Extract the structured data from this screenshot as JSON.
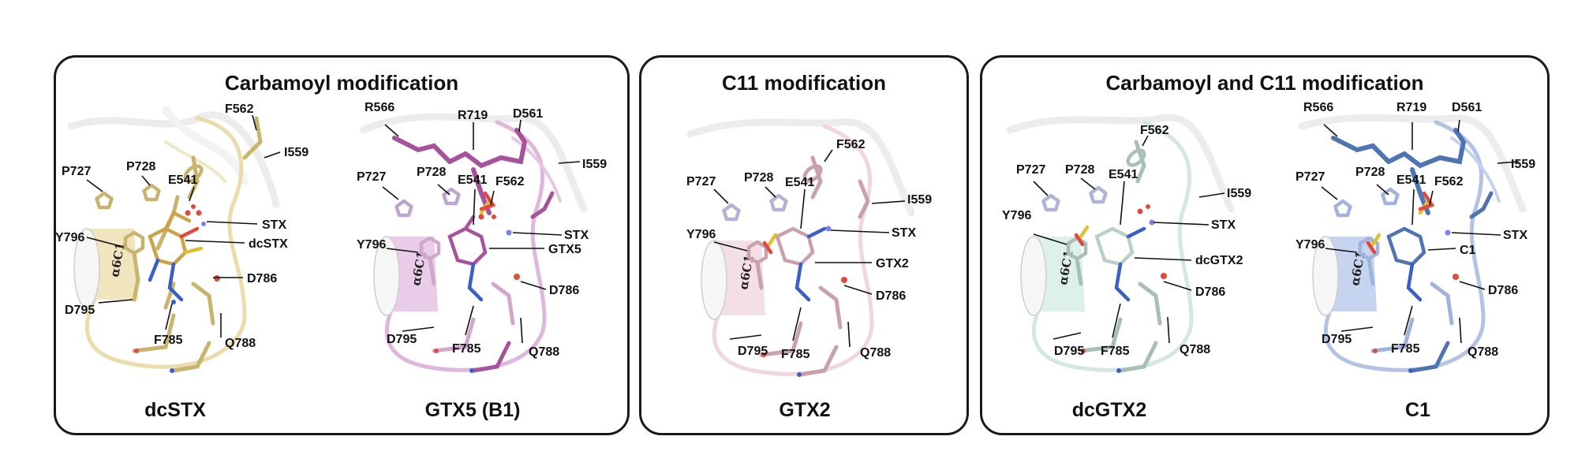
{
  "panels": [
    {
      "title": "Carbamoyl modification"
    },
    {
      "title": "C11 modification"
    },
    {
      "title": "Carbamoyl  and C11 modification"
    }
  ],
  "structures": [
    {
      "ligand": "dcSTX",
      "ligand_label": "dcSTX",
      "stx_label": "STX",
      "helix": "α6C1",
      "residues": [
        "P727",
        "P728",
        "E541",
        "F562",
        "I559",
        "Y796",
        "D786",
        "D795",
        "F785",
        "Q788"
      ],
      "colors": {
        "ribbon": "#e9d9a2",
        "carbon": "#c8b46e",
        "helix": "#efe2b6"
      }
    },
    {
      "ligand": "GTX5 (B1)",
      "ligand_label": "GTX5",
      "stx_label": "STX",
      "helix": "α6C1",
      "residues": [
        "R566",
        "R719",
        "D561",
        "P727",
        "P728",
        "E541",
        "F562",
        "I559",
        "Y796",
        "D786",
        "D795",
        "F785",
        "Q788"
      ],
      "colors": {
        "ribbon": "#dcaed8",
        "carbon": "#a7529c",
        "helix": "#e7c6e4"
      }
    },
    {
      "ligand": "GTX2",
      "ligand_label": "GTX2",
      "stx_label": "STX",
      "helix": "α6C1",
      "residues": [
        "F562",
        "P727",
        "P728",
        "E541",
        "I559",
        "Y796",
        "D786",
        "D795",
        "F785",
        "Q788"
      ],
      "colors": {
        "ribbon": "#efd2dc",
        "carbon": "#c9a0ac",
        "helix": "#f3dde5"
      }
    },
    {
      "ligand": "dcGTX2",
      "ligand_label": "dcGTX2",
      "stx_label": "STX",
      "helix": "α6C1",
      "residues": [
        "F562",
        "P727",
        "P728",
        "E541",
        "I559",
        "Y796",
        "D786",
        "D795",
        "F785",
        "Q788"
      ],
      "colors": {
        "ribbon": "#cfe6df",
        "carbon": "#a7bfb8",
        "helix": "#dcefe9"
      }
    },
    {
      "ligand": "C1",
      "ligand_label": "C1",
      "stx_label": "STX",
      "helix": "α6C1",
      "residues": [
        "R566",
        "R719",
        "D561",
        "P727",
        "P728",
        "E541",
        "F562",
        "I559",
        "Y796",
        "D786",
        "D795",
        "F785",
        "Q788"
      ],
      "colors": {
        "ribbon": "#aabde2",
        "carbon": "#4f74b3",
        "helix": "#c3d2ee"
      }
    }
  ]
}
